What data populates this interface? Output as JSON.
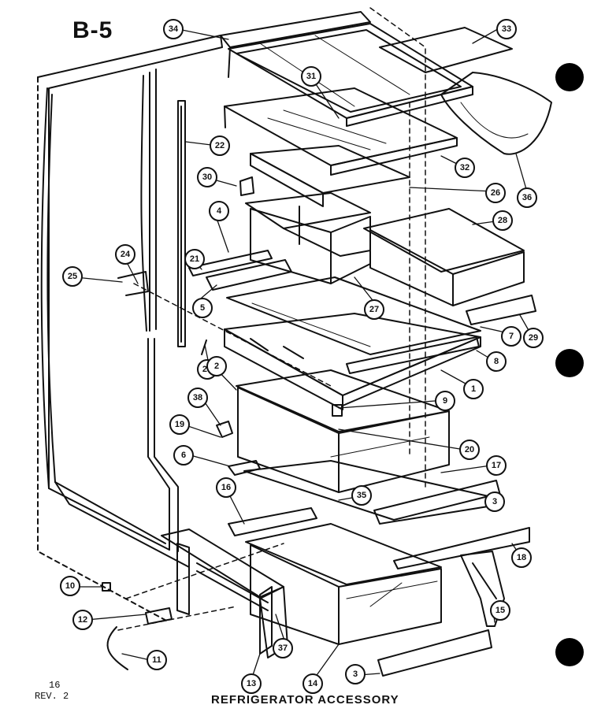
{
  "header": {
    "page_label": "B-5"
  },
  "footer": {
    "page_number": "16",
    "revision": "REV. 2",
    "caption": "REFRIGERATOR ACCESSORY"
  },
  "callouts": [
    "34",
    "33",
    "31",
    "22",
    "32",
    "30",
    "26",
    "36",
    "4",
    "28",
    "21",
    "24",
    "25",
    "5",
    "27",
    "7",
    "29",
    "23",
    "8",
    "2",
    "1",
    "38",
    "9",
    "19",
    "20",
    "6",
    "17",
    "16",
    "35",
    "3",
    "18",
    "10",
    "15",
    "12",
    "11",
    "13",
    "14",
    "37",
    "3"
  ]
}
